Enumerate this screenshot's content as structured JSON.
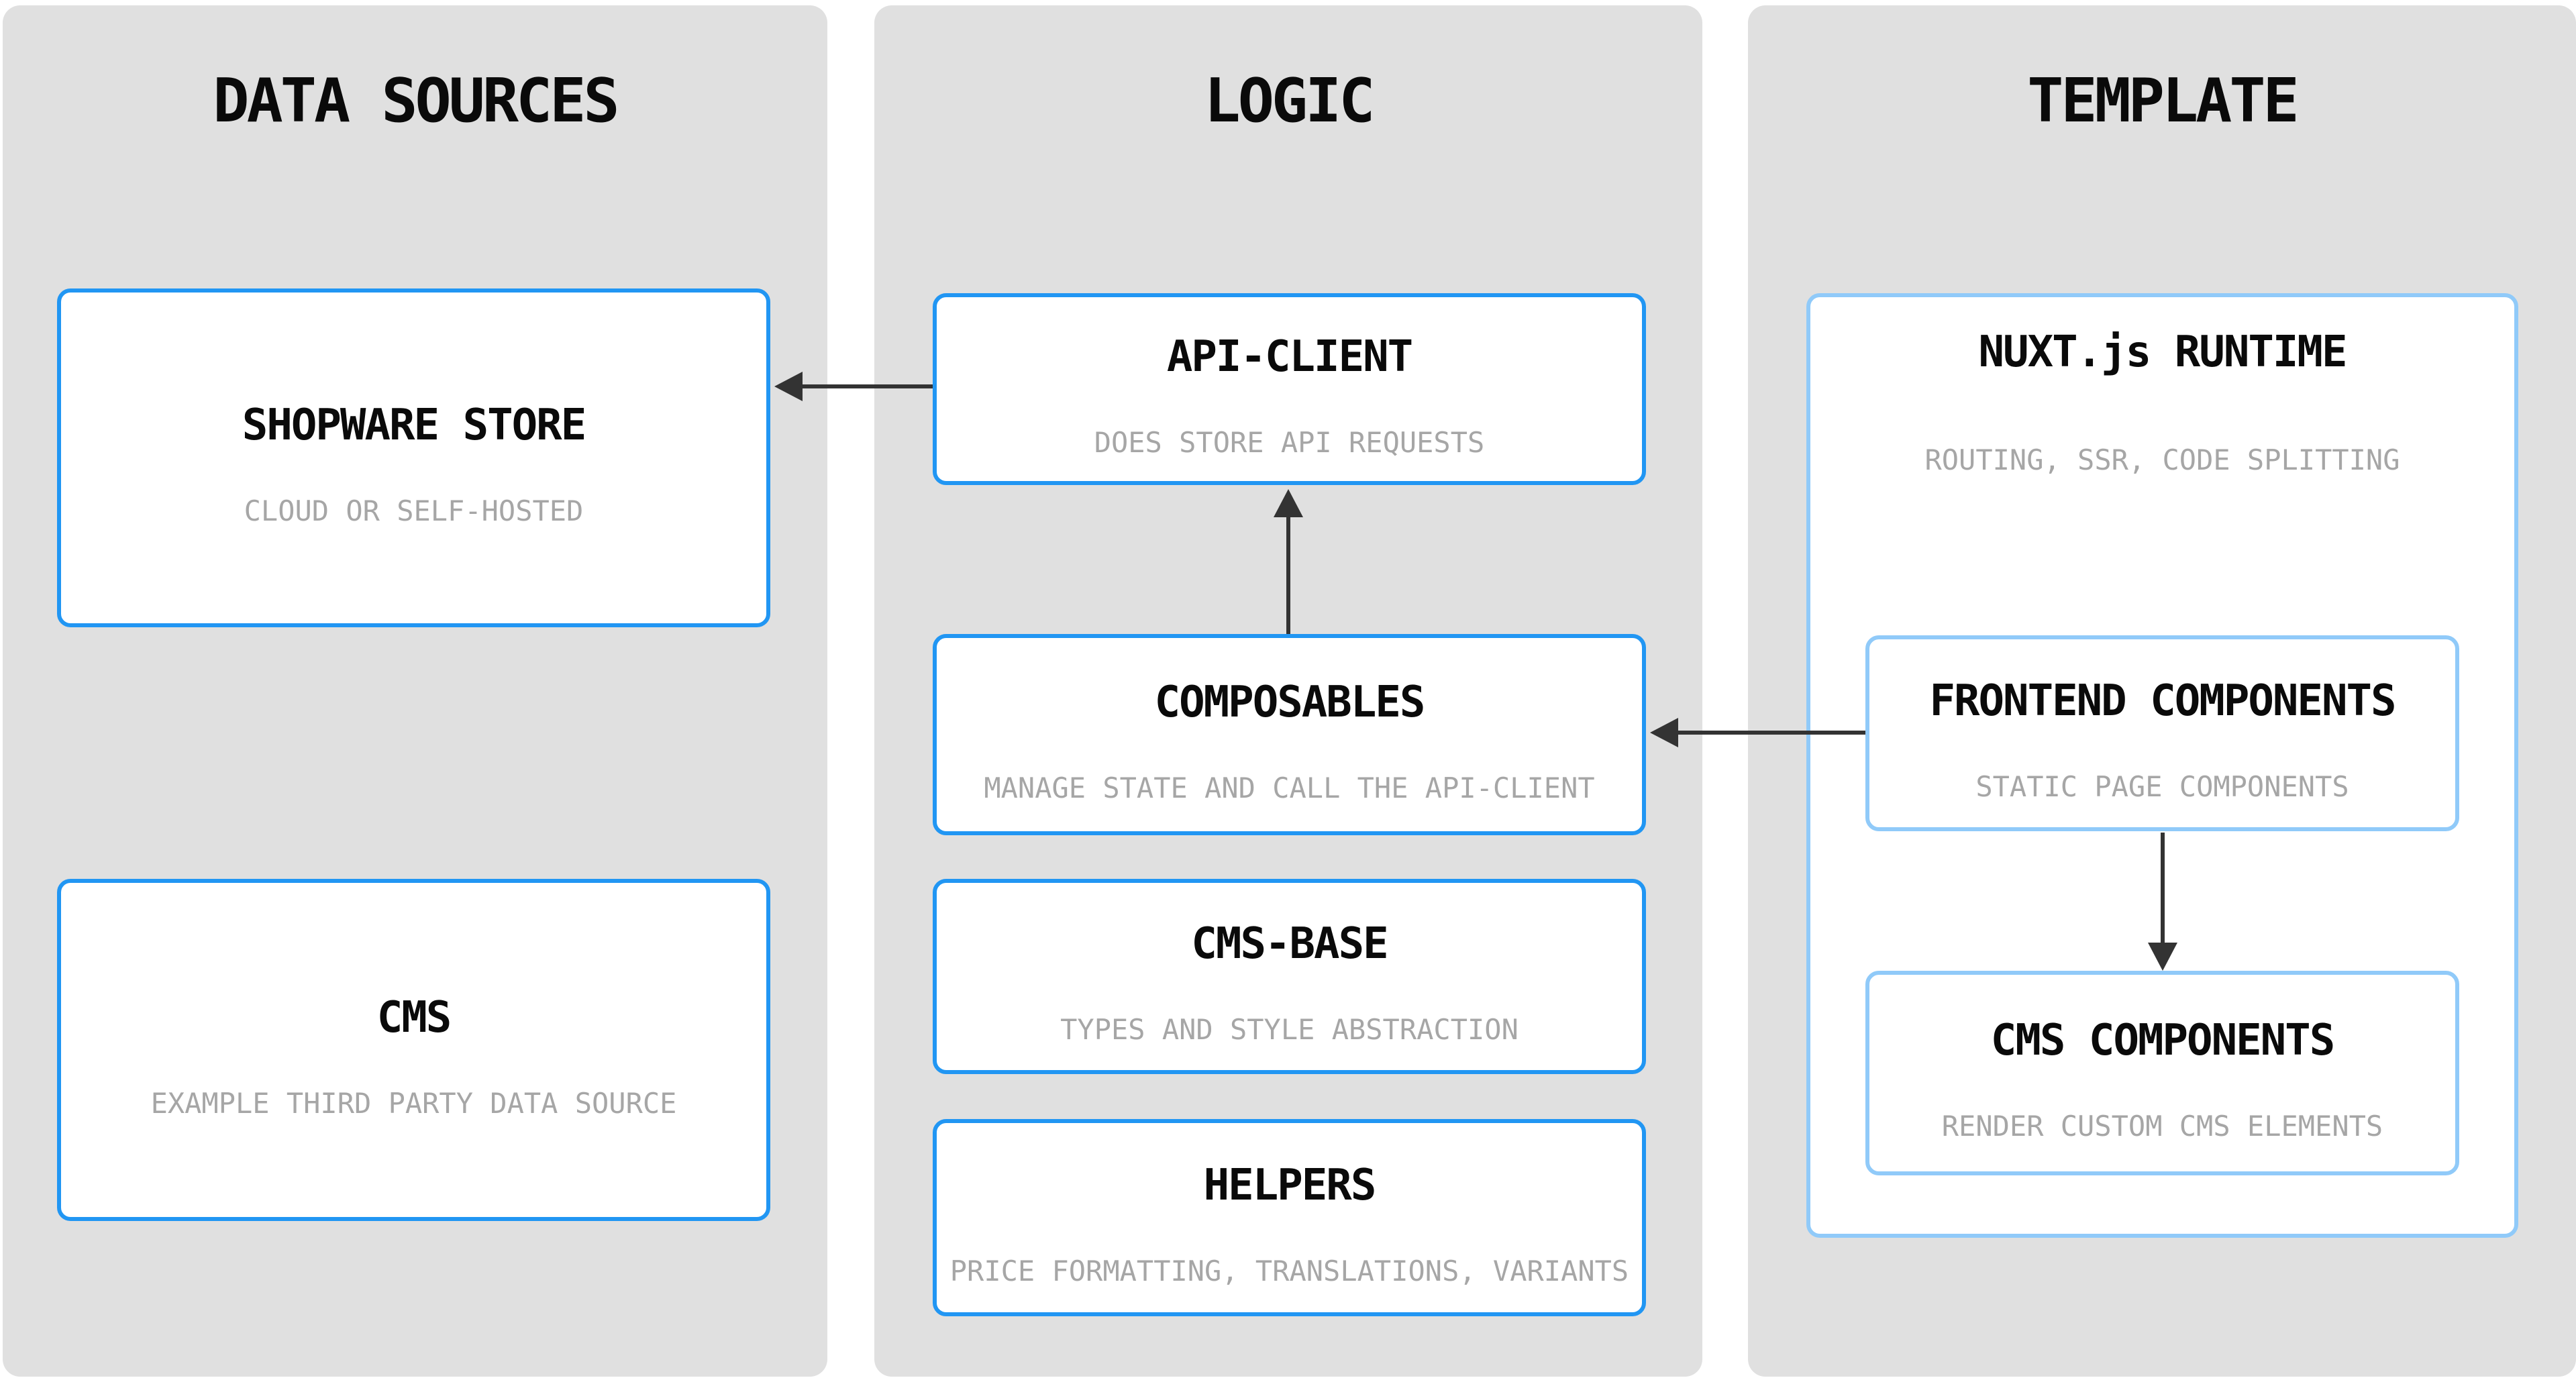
{
  "colors": {
    "canvas_bg": "#ffffff",
    "panel_bg": "#e0e0e0",
    "box_bg": "#ffffff",
    "border_strong": "#2196f3",
    "border_light": "#90caf9",
    "title_text": "#0a0a0a",
    "subtitle_text": "#a6a6a6",
    "arrow": "#333333"
  },
  "columns": [
    {
      "title": "DATA SOURCES",
      "boxes": [
        {
          "title": "SHOPWARE STORE",
          "subtitle": "CLOUD OR SELF-HOSTED"
        },
        {
          "title": "CMS",
          "subtitle": "EXAMPLE THIRD PARTY DATA SOURCE"
        }
      ]
    },
    {
      "title": "LOGIC",
      "boxes": [
        {
          "title": "API-CLIENT",
          "subtitle": "DOES STORE API REQUESTS"
        },
        {
          "title": "COMPOSABLES",
          "subtitle": "MANAGE STATE AND CALL THE API-CLIENT"
        },
        {
          "title": "CMS-BASE",
          "subtitle": "TYPES AND STYLE ABSTRACTION"
        },
        {
          "title": "HELPERS",
          "subtitle": "PRICE FORMATTING, TRANSLATIONS, VARIANTS"
        }
      ]
    },
    {
      "title": "TEMPLATE",
      "boxes": [
        {
          "title": "NUXT.js RUNTIME",
          "subtitle": "ROUTING, SSR, CODE SPLITTING",
          "children": [
            {
              "title": "FRONTEND COMPONENTS",
              "subtitle": "STATIC PAGE COMPONENTS"
            },
            {
              "title": "CMS COMPONENTS",
              "subtitle": "RENDER CUSTOM CMS ELEMENTS"
            }
          ]
        }
      ]
    }
  ],
  "arrows": [
    {
      "from": "API-CLIENT",
      "to": "SHOPWARE STORE",
      "direction": "left"
    },
    {
      "from": "COMPOSABLES",
      "to": "API-CLIENT",
      "direction": "up"
    },
    {
      "from": "FRONTEND COMPONENTS",
      "to": "COMPOSABLES",
      "direction": "left"
    },
    {
      "from": "FRONTEND COMPONENTS",
      "to": "CMS COMPONENTS",
      "direction": "down"
    }
  ]
}
